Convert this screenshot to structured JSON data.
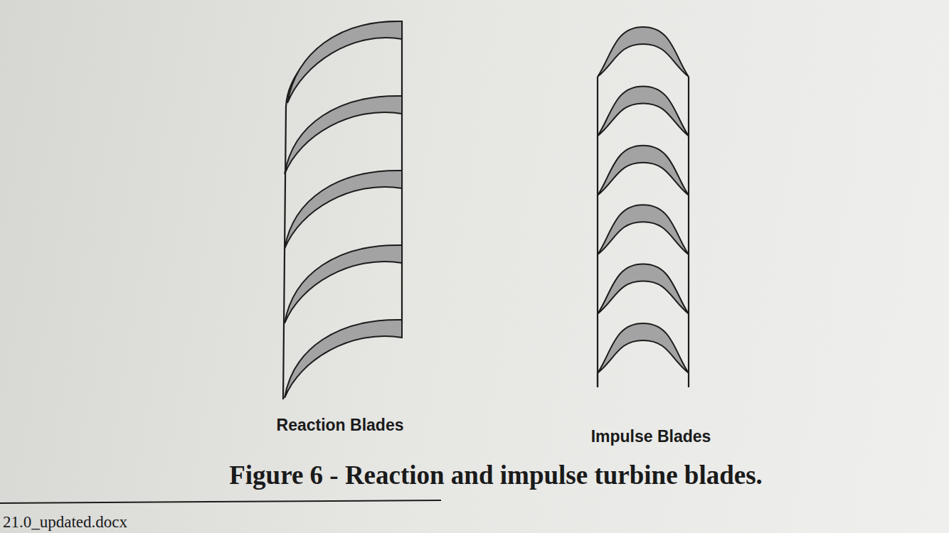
{
  "diagram": {
    "caption": "Figure 6 - Reaction and impulse turbine blades.",
    "labels": [
      "Reaction Blades",
      "Impulse Blades",
      "21.0_updated.docx"
    ]
  }
}
